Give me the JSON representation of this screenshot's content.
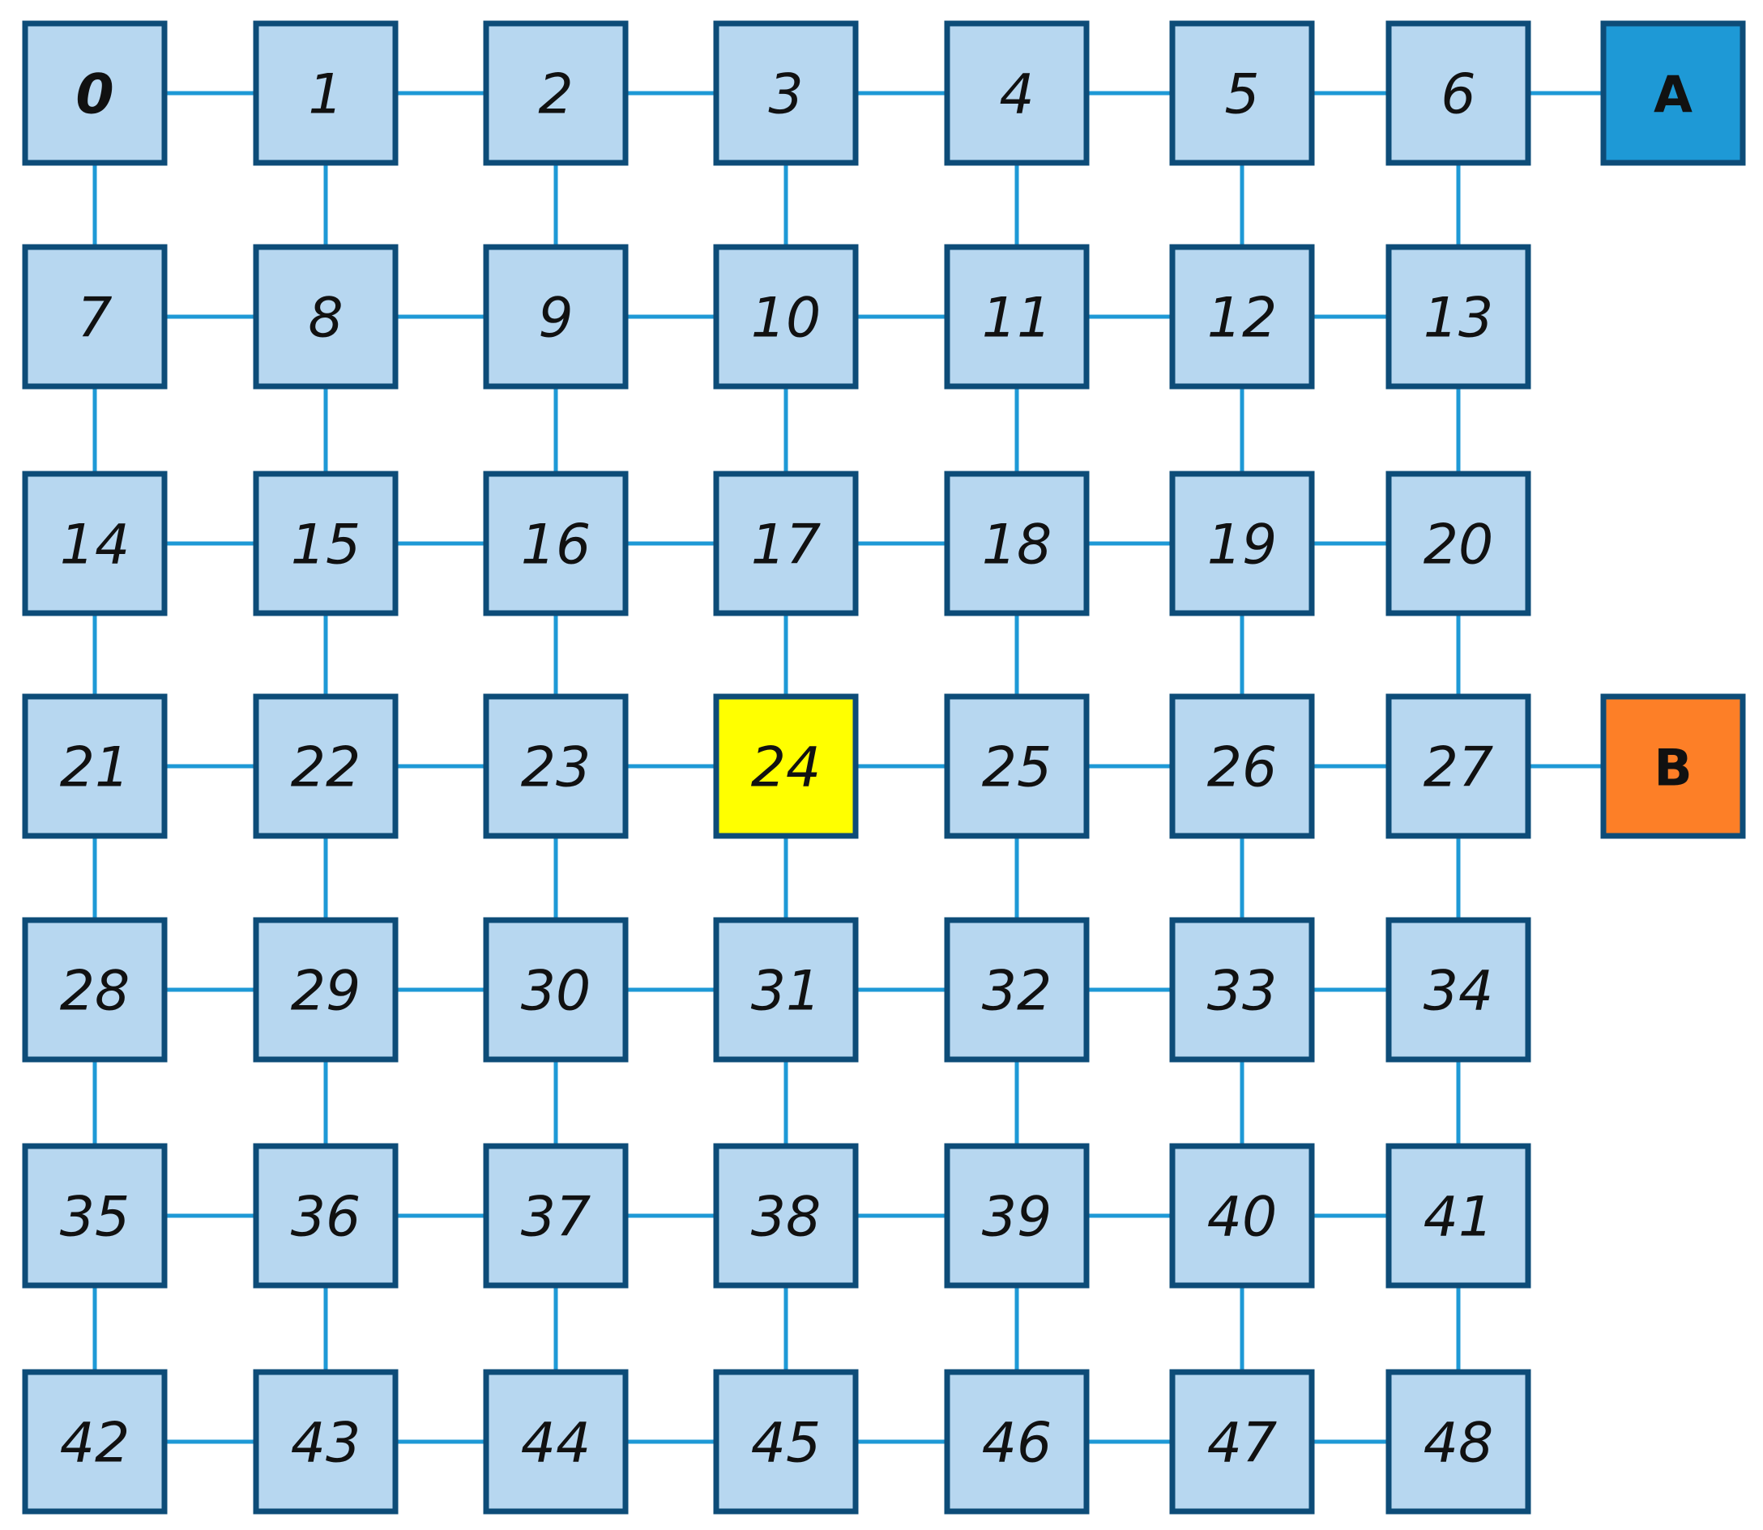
{
  "grid": {
    "rows": 7,
    "cols": 7,
    "labels": [
      "0",
      "1",
      "2",
      "3",
      "4",
      "5",
      "6",
      "7",
      "8",
      "9",
      "10",
      "11",
      "12",
      "13",
      "14",
      "15",
      "16",
      "17",
      "18",
      "19",
      "20",
      "21",
      "22",
      "23",
      "24",
      "25",
      "26",
      "27",
      "28",
      "29",
      "30",
      "31",
      "32",
      "33",
      "34",
      "35",
      "36",
      "37",
      "38",
      "39",
      "40",
      "41",
      "42",
      "43",
      "44",
      "45",
      "46",
      "47",
      "48"
    ],
    "highlighted_node": "24",
    "bold_node": "0"
  },
  "terminals": [
    {
      "label": "A",
      "attached_to": "6",
      "fill": "#1e99d6"
    },
    {
      "label": "B",
      "attached_to": "27",
      "fill": "#fd7f27"
    }
  ],
  "colors": {
    "node_fill": "#b7d7f0",
    "node_border": "#0d4c78",
    "highlight_fill": "#ffff00",
    "edge": "#1e99d6",
    "text": "#111111"
  }
}
